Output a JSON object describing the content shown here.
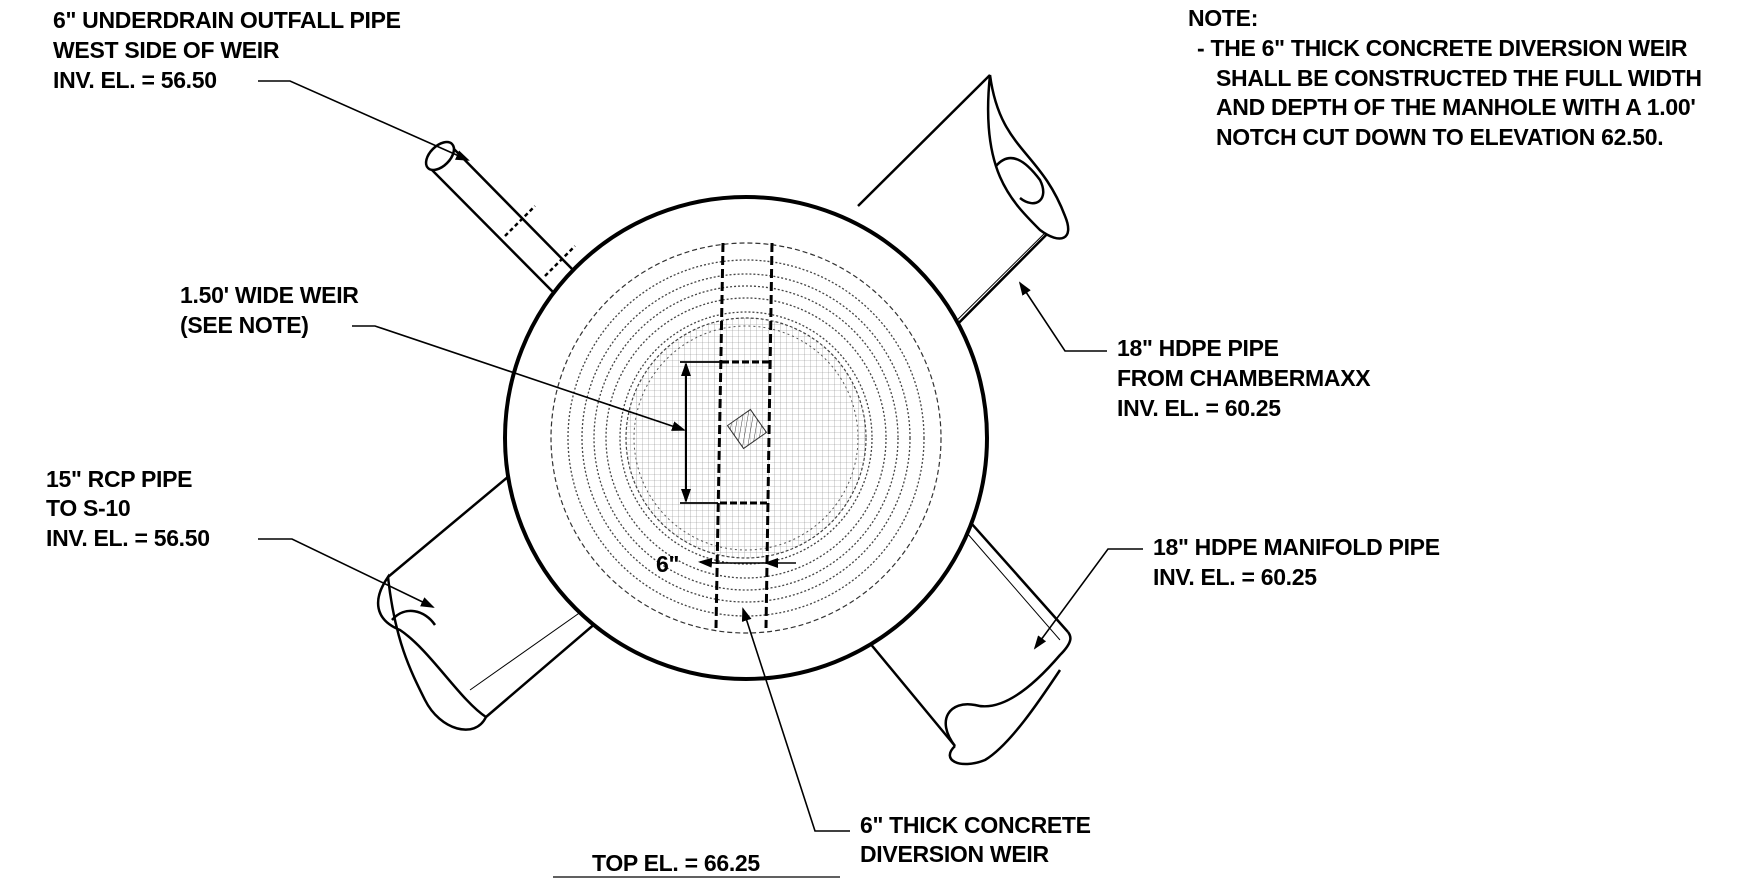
{
  "labels": {
    "underdrain": {
      "line1": "6\" UNDERDRAIN OUTFALL PIPE",
      "line2": "WEST SIDE OF WEIR",
      "line3": "INV. EL. = 56.50"
    },
    "weir_width": {
      "line1": "1.50' WIDE WEIR",
      "line2": "(SEE NOTE)"
    },
    "rcp_pipe": {
      "line1": "15\" RCP PIPE",
      "line2": "TO S-10",
      "line3": "INV. EL. = 56.50"
    },
    "hdpe_chambermaxx": {
      "line1": "18\" HDPE PIPE",
      "line2": "FROM CHAMBERMAXX",
      "line3": "INV. EL. = 60.25"
    },
    "hdpe_manifold": {
      "line1": "18\" HDPE MANIFOLD PIPE",
      "line2": "INV. EL. = 60.25"
    },
    "concrete_weir": {
      "line1": "6\" THICK CONCRETE",
      "line2": "DIVERSION WEIR"
    },
    "top_elevation": "TOP EL. = 66.25",
    "weir_thickness_dim": "6\""
  },
  "note": {
    "heading": "NOTE:",
    "line1": "- THE 6\" THICK CONCRETE DIVERSION WEIR",
    "line2": "SHALL BE CONSTRUCTED THE FULL WIDTH",
    "line3": "AND DEPTH OF THE MANHOLE WITH A 1.00'",
    "line4": "NOTCH CUT DOWN TO ELEVATION 62.50."
  }
}
